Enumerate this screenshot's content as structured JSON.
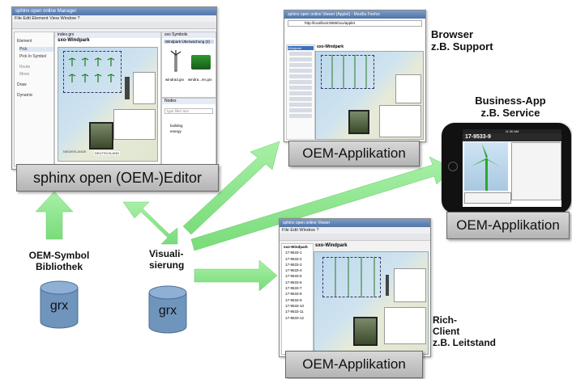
{
  "editor": {
    "label": "sphinx open (OEM-)Editor",
    "window_title": "sphinx open online Manager",
    "menu": "File  Edit  Element  View  Window  ?",
    "side_items": [
      "Element",
      "Pick",
      "Pick In Symbol",
      "Route",
      "Move",
      "Draw",
      "Dynamic"
    ],
    "canvas_tab": "index.grx",
    "canvas_title": "sxo-Windpark",
    "symbols_tab": "sxo Symbols",
    "symbols_section": "Windpark-Überwachung (2)",
    "symbol_files": [
      "windrad.grx",
      "windra...en.grx"
    ],
    "nodes_tab": "Nodes",
    "filter_placeholder": "type filter text",
    "node_rows": [
      "building",
      "energy"
    ],
    "map_labels": [
      "NIEDERLANDE",
      "DEUTSCHLAND"
    ]
  },
  "browser_app": {
    "caption": "Browser\nz.B. Support",
    "label": "OEM-Applikation",
    "window_title": "sphinx open online Viewer (Applet) - Mozilla Firefox",
    "url": "http://localhost:8080/sxo/applet",
    "canvas_title": "sxo-Windpark",
    "tree_root": "Windpark"
  },
  "business_app": {
    "caption": "Business-App\nz.B. Service",
    "label": "OEM-Applikation",
    "device_title": "17-9533-9",
    "clock": "11:30 AM"
  },
  "rich_client": {
    "caption": "Rich-\nClient\nz.B. Leitstand",
    "label": "OEM-Applikation",
    "window_title": "sphinx open online Viewer",
    "menu": "File  Edit  Window  ?",
    "canvas_title": "sxo-Windpark",
    "tree_root": "sxo-Windpark",
    "list_items": [
      "17-9533-1",
      "17-9533-2",
      "17-9533-3",
      "17-9533-4",
      "17-9533-5",
      "17-9533-6",
      "17-9533-7",
      "17-9533-8",
      "17-9533-9",
      "17-9533-10",
      "17-9533-11",
      "17-9533-12"
    ]
  },
  "symbol_library": {
    "label": "OEM-Symbol\nBibliothek",
    "db_label": "grx"
  },
  "visualisation": {
    "label": "Visuali-\nsierung",
    "db_label": "grx"
  },
  "colors": {
    "arrow": "#8de88d",
    "arrow_stroke": "#6cc86c",
    "db_fill": "#6f95bd",
    "db_top": "#8fb0d4",
    "label_box": "#c8c8c8"
  }
}
